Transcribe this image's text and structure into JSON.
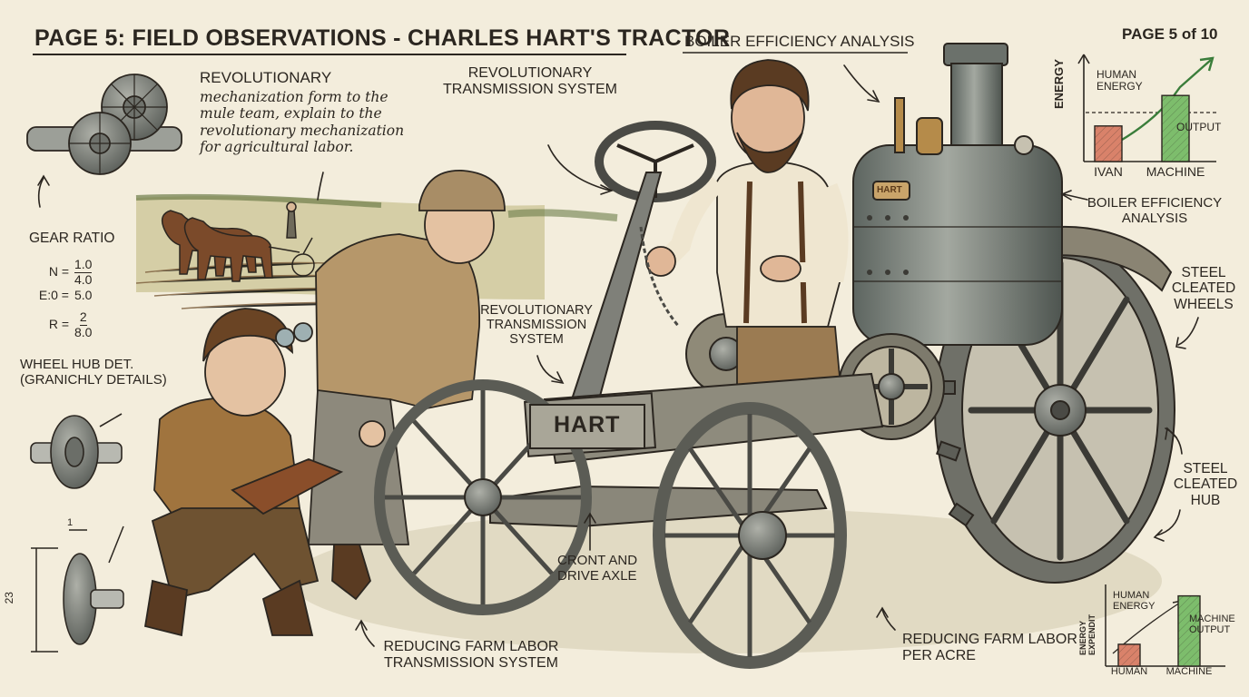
{
  "title": "PAGE 5: FIELD OBSERVATIONS - CHARLES HART'S TRACTOR",
  "page_indicator": "PAGE 5 of 10",
  "notes": {
    "revolutionary_heading": "REVOLUTIONARY",
    "revolutionary_lines": [
      "mechanization form to the",
      "mule team, explain to the",
      "revolutionary mechanization",
      "for agricultural labor."
    ],
    "transmission_top": [
      "REVOLUTIONARY",
      "TRANSMISSION SYSTEM"
    ],
    "transmission_mid": [
      "REVOLUTIONARY",
      "TRANSMISSION",
      "SYSTEM"
    ],
    "boiler_top": "BOILER EFFICIENCY ANALYSIS",
    "boiler_side": [
      "BOILER EFFICIENCY",
      "ANALYSIS"
    ],
    "steel_wheels": [
      "STEEL",
      "CLEATED",
      "WHEELS"
    ],
    "steel_hub": [
      "STEEL",
      "CLEATED",
      "HUB"
    ],
    "front_axle": [
      "CRONT AND",
      "DRIVE AXLE"
    ],
    "reducing_left": [
      "REDUCING FARM LABOR",
      "TRANSMISSION SYSTEM"
    ],
    "reducing_right": [
      "REDUCING FARM LABOR",
      "PER ACRE"
    ],
    "wheel_hub": [
      "WHEEL HUB DET.",
      "(GRANICHLY DETAILS)"
    ],
    "gear_ratio_heading": "GEAR RATIO",
    "gear_rows": [
      {
        "label": "N =",
        "num": "1.0",
        "den": "4.0"
      },
      {
        "label": "E:0 =",
        "num": "5.0",
        "den": ""
      },
      {
        "label": "R =",
        "num": "2",
        "den": "8.0"
      }
    ],
    "dim_top": "1",
    "dim_side": "23",
    "nameplate_boiler": "HART",
    "nameplate_frame": "HART"
  },
  "chart_top": {
    "ylabel": "ENERGY",
    "annotation_left": [
      "HUMAN",
      "ENERGY"
    ],
    "annotation_right": "OUTPUT",
    "categories": [
      "IVAN",
      "MACHINE"
    ],
    "values": [
      0.35,
      0.65
    ],
    "colors": [
      "#d9826a",
      "#7dbd6c"
    ]
  },
  "chart_bottom": {
    "ylabel": [
      "ENERGY",
      "EXPENDIT"
    ],
    "annotation_left": [
      "HUMAN",
      "ENERGY"
    ],
    "annotation_right": [
      "MACHINE",
      "OUTPUT"
    ],
    "categories": [
      "HUMAN",
      "MACHINE"
    ],
    "values": [
      0.28,
      0.9
    ],
    "colors": [
      "#d9826a",
      "#7dbd6c"
    ]
  }
}
